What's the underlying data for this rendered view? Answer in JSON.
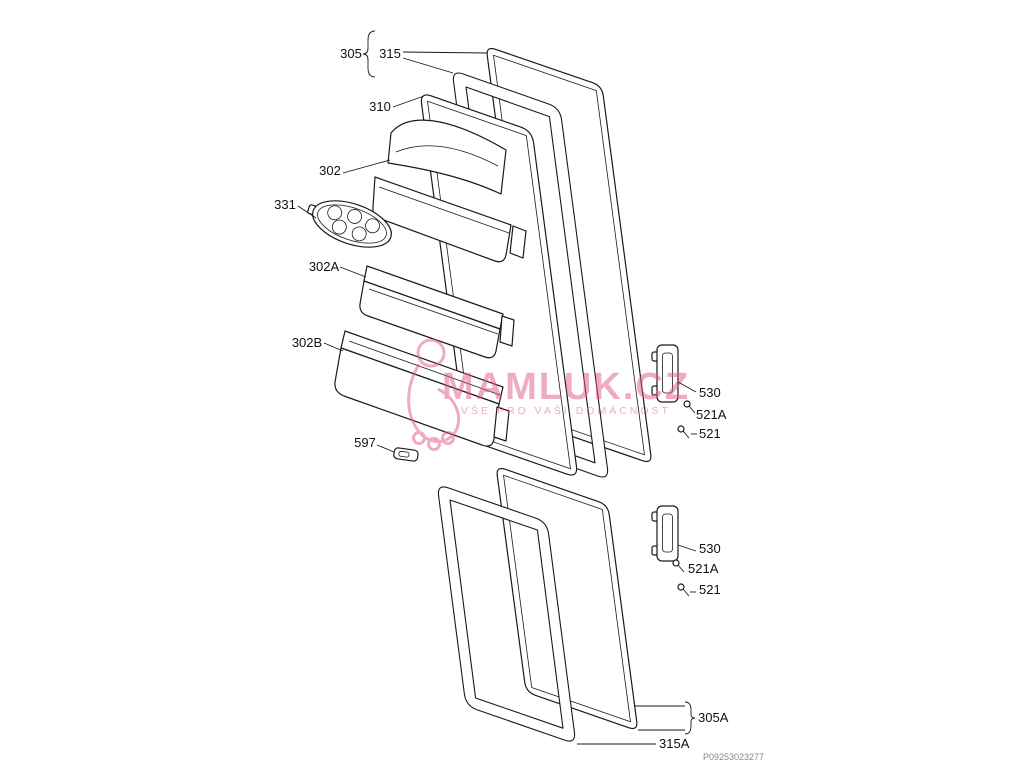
{
  "diagram": {
    "watermark_title": "MAMLUK.CZ",
    "watermark_subtitle": "VŠE PRO VAŠI DOMÁCNOST",
    "doc_code": "P09253023277"
  },
  "labels": {
    "p305": "305",
    "p315": "315",
    "p310": "310",
    "p302": "302",
    "p331": "331",
    "p302a": "302A",
    "p302b": "302B",
    "p597": "597",
    "p530_upper": "530",
    "p521a_upper": "521A",
    "p521_upper": "521",
    "p530_lower": "530",
    "p521a_lower": "521A",
    "p521_lower": "521",
    "p305a": "305A",
    "p315a": "315A"
  }
}
